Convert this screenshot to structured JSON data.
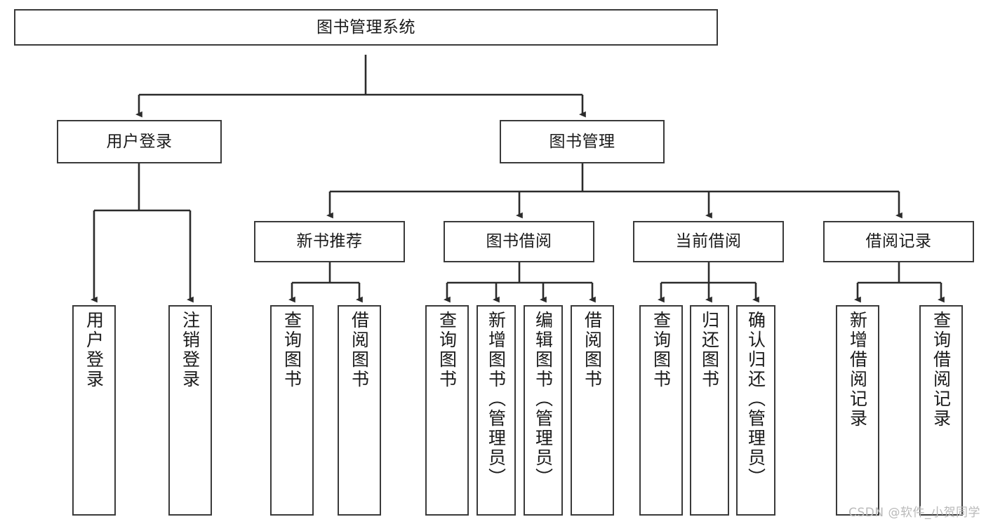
{
  "diagram": {
    "title": "图书管理系统",
    "type": "tree-hierarchy-diagram",
    "colors": {
      "box_border": "#3a3a3a",
      "box_fill": "#ffffff",
      "edge": "#2b2b2b",
      "text": "#1a1a1a",
      "watermark": "#b9b9b9",
      "background": "#ffffff"
    }
  },
  "nodes": {
    "root": {
      "label": "图书管理系统"
    },
    "level2": [
      {
        "label": "用户登录"
      },
      {
        "label": "图书管理"
      }
    ],
    "level3": [
      {
        "label": "新书推荐"
      },
      {
        "label": "图书借阅"
      },
      {
        "label": "当前借阅"
      },
      {
        "label": "借阅记录"
      }
    ],
    "leaves": {
      "user_login": [
        {
          "label": "用户登录"
        },
        {
          "label": "注销登录"
        }
      ],
      "new_book_recommend": [
        {
          "label": "查询图书"
        },
        {
          "label": "借阅图书"
        }
      ],
      "book_borrow": [
        {
          "label": "查询图书"
        },
        {
          "label": "新增图书（管理员）"
        },
        {
          "label": "编辑图书（管理员）"
        },
        {
          "label": "借阅图书"
        }
      ],
      "current_borrow": [
        {
          "label": "查询图书"
        },
        {
          "label": "归还图书"
        },
        {
          "label": "确认归还（管理员）"
        }
      ],
      "borrow_record": [
        {
          "label": "新增借阅记录"
        },
        {
          "label": "查询借阅记录"
        }
      ]
    }
  },
  "watermark": {
    "text": "CSDN @软件_小贺同学"
  }
}
